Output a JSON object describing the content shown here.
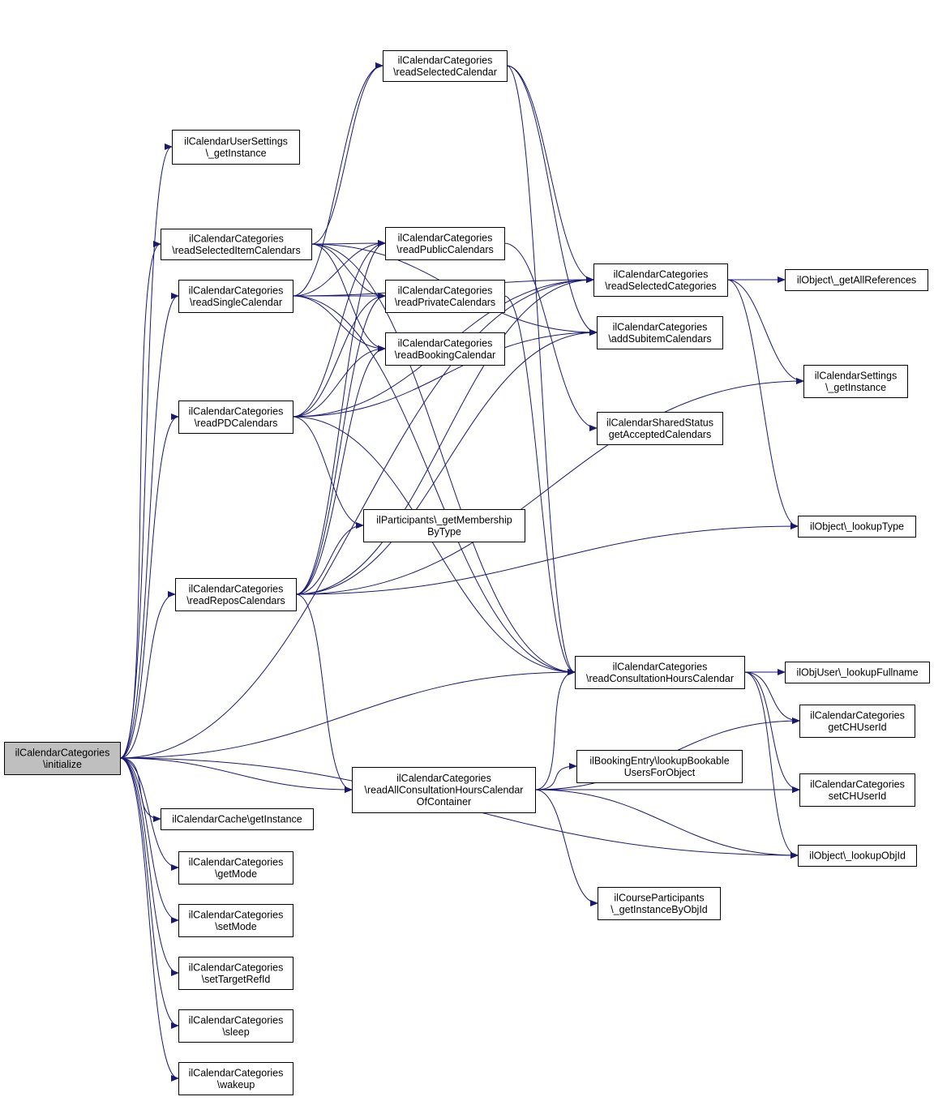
{
  "colors": {
    "edge": "#191970",
    "root_fill": "#bfbfbf",
    "node_fill": "#ffffff",
    "border": "#000000"
  },
  "nodes": {
    "initialize": [
      "ilCalendarCategories",
      "\\initialize"
    ],
    "userSettings": [
      "ilCalendarUserSettings",
      "\\_getInstance"
    ],
    "readSelectedCalendar": [
      "ilCalendarCategories",
      "\\readSelectedCalendar"
    ],
    "readSelectedItemCalendars": [
      "ilCalendarCategories",
      "\\readSelectedItemCalendars"
    ],
    "readSingleCalendar": [
      "ilCalendarCategories",
      "\\readSingleCalendar"
    ],
    "readPDCalendars": [
      "ilCalendarCategories",
      "\\readPDCalendars"
    ],
    "readReposCalendars": [
      "ilCalendarCategories",
      "\\readReposCalendars"
    ],
    "readPublicCalendars": [
      "ilCalendarCategories",
      "\\readPublicCalendars"
    ],
    "readPrivateCalendars": [
      "ilCalendarCategories",
      "\\readPrivateCalendars"
    ],
    "readBookingCalendar": [
      "ilCalendarCategories",
      "\\readBookingCalendar"
    ],
    "getMembershipByType": [
      "ilParticipants\\_getMembership",
      "ByType"
    ],
    "readSelectedCategories": [
      "ilCalendarCategories",
      "\\readSelectedCategories"
    ],
    "addSubitemCalendars": [
      "ilCalendarCategories",
      "\\addSubitemCalendars"
    ],
    "sharedStatus": [
      "ilCalendarSharedStatus",
      "getAcceptedCalendars"
    ],
    "getAllReferences": [
      "ilObject\\_getAllReferences"
    ],
    "settingsGetInstance": [
      "ilCalendarSettings",
      "\\_getInstance"
    ],
    "lookupType": [
      "ilObject\\_lookupType"
    ],
    "readConsultationHours": [
      "ilCalendarCategories",
      "\\readConsultationHoursCalendar"
    ],
    "lookupFullname": [
      "ilObjUser\\_lookupFullname"
    ],
    "getCHUserId": [
      "ilCalendarCategories",
      "getCHUserId"
    ],
    "lookupBookable": [
      "ilBookingEntry\\lookupBookable",
      "UsersForObject"
    ],
    "readAllConsultation": [
      "ilCalendarCategories",
      "\\readAllConsultationHoursCalendar",
      "OfContainer"
    ],
    "setCHUserId": [
      "ilCalendarCategories",
      "setCHUserId"
    ],
    "lookupObjId": [
      "ilObject\\_lookupObjId"
    ],
    "courseParticipants": [
      "ilCourseParticipants",
      "\\_getInstanceByObjId"
    ],
    "cacheGetInstance": [
      "ilCalendarCache\\getInstance"
    ],
    "getMode": [
      "ilCalendarCategories",
      "\\getMode"
    ],
    "setMode": [
      "ilCalendarCategories",
      "\\setMode"
    ],
    "setTargetRefId": [
      "ilCalendarCategories",
      "\\setTargetRefId"
    ],
    "sleep": [
      "ilCalendarCategories",
      "\\sleep"
    ],
    "wakeup": [
      "ilCalendarCategories",
      "\\wakeup"
    ]
  },
  "edges": [
    [
      "initialize",
      "userSettings"
    ],
    [
      "initialize",
      "readSelectedItemCalendars"
    ],
    [
      "initialize",
      "readSingleCalendar"
    ],
    [
      "initialize",
      "readPDCalendars"
    ],
    [
      "initialize",
      "readReposCalendars"
    ],
    [
      "initialize",
      "readConsultationHours"
    ],
    [
      "initialize",
      "readAllConsultation"
    ],
    [
      "initialize",
      "cacheGetInstance"
    ],
    [
      "initialize",
      "getMode"
    ],
    [
      "initialize",
      "setMode"
    ],
    [
      "initialize",
      "setTargetRefId"
    ],
    [
      "initialize",
      "sleep"
    ],
    [
      "initialize",
      "wakeup"
    ],
    [
      "initialize",
      "readSelectedCategories"
    ],
    [
      "initialize",
      "lookupObjId"
    ],
    [
      "readSelectedItemCalendars",
      "readSelectedCalendar"
    ],
    [
      "readSelectedItemCalendars",
      "readPublicCalendars"
    ],
    [
      "readSelectedItemCalendars",
      "readPrivateCalendars"
    ],
    [
      "readSelectedItemCalendars",
      "readBookingCalendar"
    ],
    [
      "readSelectedItemCalendars",
      "addSubitemCalendars"
    ],
    [
      "readSelectedItemCalendars",
      "readConsultationHours"
    ],
    [
      "readSingleCalendar",
      "readPublicCalendars"
    ],
    [
      "readSingleCalendar",
      "readPrivateCalendars"
    ],
    [
      "readSingleCalendar",
      "readBookingCalendar"
    ],
    [
      "readSingleCalendar",
      "readSelectedCalendar"
    ],
    [
      "readSingleCalendar",
      "readSelectedCategories"
    ],
    [
      "readSingleCalendar",
      "readConsultationHours"
    ],
    [
      "readPDCalendars",
      "readPublicCalendars"
    ],
    [
      "readPDCalendars",
      "readPrivateCalendars"
    ],
    [
      "readPDCalendars",
      "readBookingCalendar"
    ],
    [
      "readPDCalendars",
      "getMembershipByType"
    ],
    [
      "readPDCalendars",
      "readSelectedCategories"
    ],
    [
      "readPDCalendars",
      "addSubitemCalendars"
    ],
    [
      "readPDCalendars",
      "readConsultationHours"
    ],
    [
      "readReposCalendars",
      "readPublicCalendars"
    ],
    [
      "readReposCalendars",
      "readPrivateCalendars"
    ],
    [
      "readReposCalendars",
      "readBookingCalendar"
    ],
    [
      "readReposCalendars",
      "getMembershipByType"
    ],
    [
      "readReposCalendars",
      "readSelectedCategories"
    ],
    [
      "readReposCalendars",
      "addSubitemCalendars"
    ],
    [
      "readReposCalendars",
      "settingsGetInstance"
    ],
    [
      "readReposCalendars",
      "lookupType"
    ],
    [
      "readReposCalendars",
      "readAllConsultation"
    ],
    [
      "readSelectedCalendar",
      "readSelectedCategories"
    ],
    [
      "readSelectedCalendar",
      "addSubitemCalendars"
    ],
    [
      "readSelectedCalendar",
      "readConsultationHours"
    ],
    [
      "readPublicCalendars",
      "sharedStatus"
    ],
    [
      "readPrivateCalendars",
      "readConsultationHours"
    ],
    [
      "readSelectedCategories",
      "getAllReferences"
    ],
    [
      "readSelectedCategories",
      "settingsGetInstance"
    ],
    [
      "readSelectedCategories",
      "lookupType"
    ],
    [
      "readConsultationHours",
      "lookupFullname"
    ],
    [
      "readConsultationHours",
      "getCHUserId"
    ],
    [
      "readConsultationHours",
      "setCHUserId"
    ],
    [
      "readConsultationHours",
      "lookupObjId"
    ],
    [
      "readAllConsultation",
      "readConsultationHours"
    ],
    [
      "readAllConsultation",
      "lookupBookable"
    ],
    [
      "readAllConsultation",
      "getCHUserId"
    ],
    [
      "readAllConsultation",
      "setCHUserId"
    ],
    [
      "readAllConsultation",
      "lookupObjId"
    ],
    [
      "readAllConsultation",
      "courseParticipants"
    ]
  ]
}
